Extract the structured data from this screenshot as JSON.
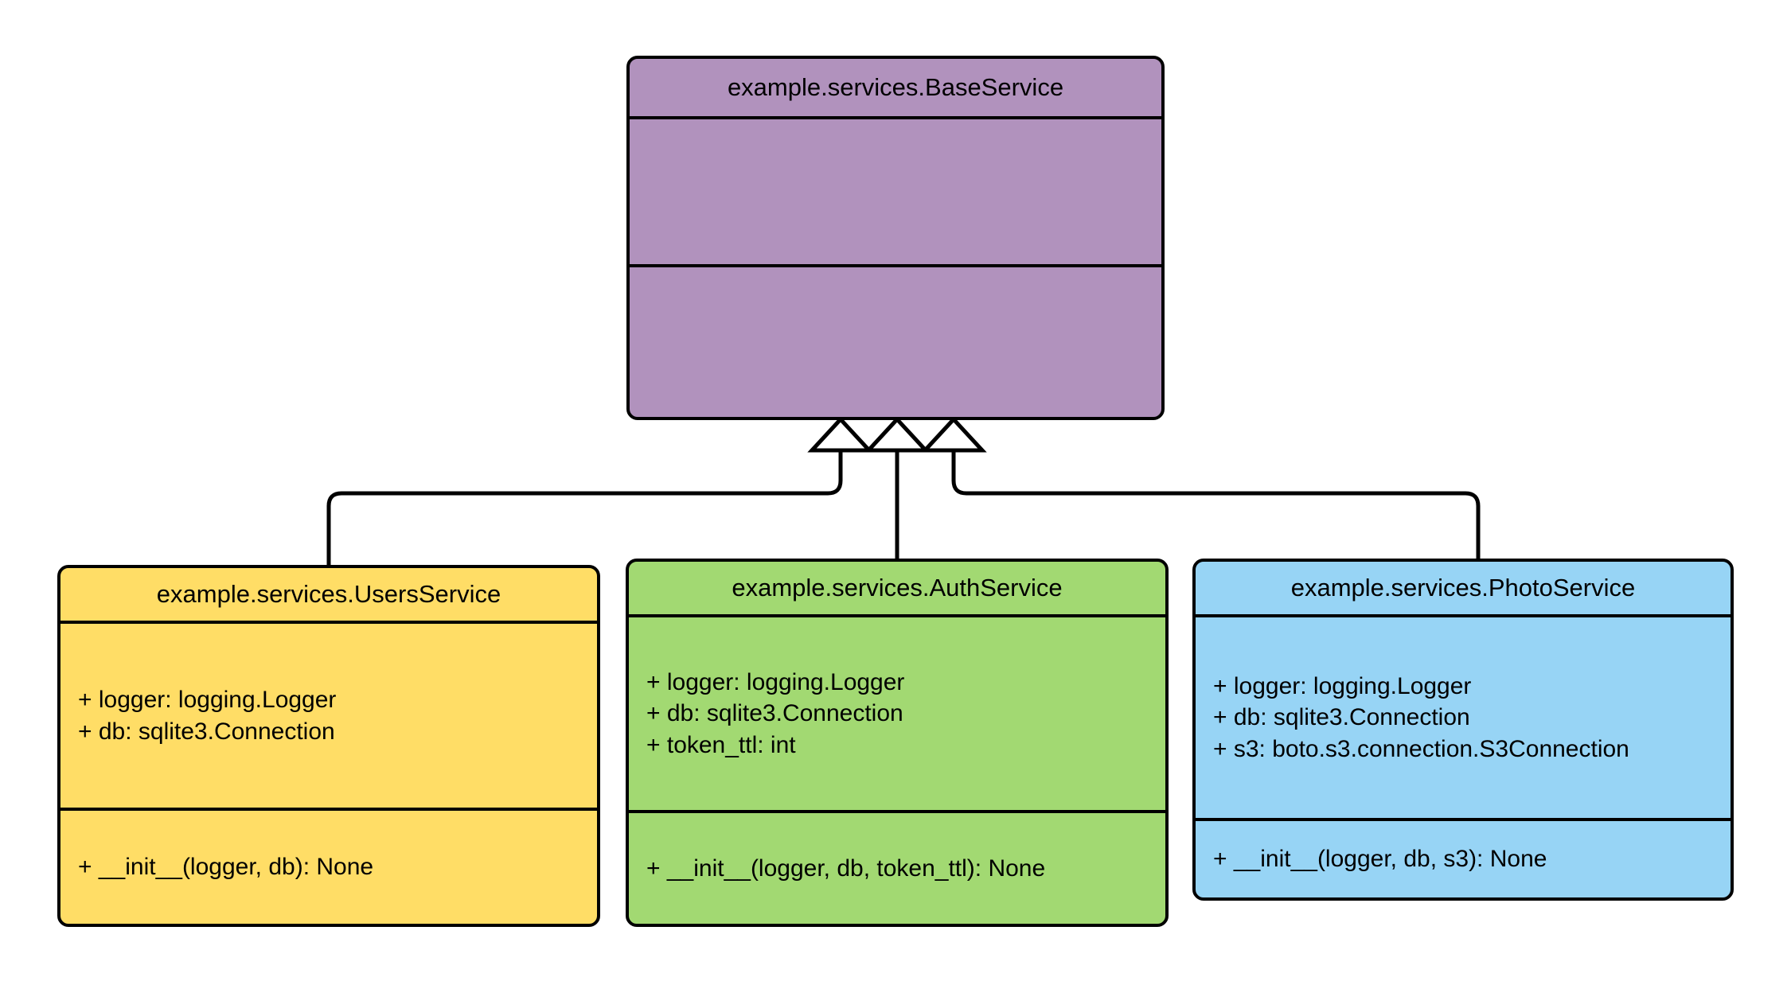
{
  "diagram": {
    "kind": "uml-class-diagram",
    "relationship": "generalization",
    "background_color": "#ffffff",
    "line_color": "#000000"
  },
  "classes": {
    "base": {
      "name": "example.services.BaseService",
      "fill_color": "#b192bd",
      "attributes": [],
      "methods": []
    },
    "users": {
      "name": "example.services.UsersService",
      "fill_color": "#ffdd66",
      "attributes": [
        "+ logger: logging.Logger",
        "+ db: sqlite3.Connection"
      ],
      "methods": [
        "+ __init__(logger, db): None"
      ]
    },
    "auth": {
      "name": "example.services.AuthService",
      "fill_color": "#a2d972",
      "attributes": [
        "+ logger: logging.Logger",
        "+ db: sqlite3.Connection",
        "+ token_ttl: int"
      ],
      "methods": [
        "+ __init__(logger, db, token_ttl): None"
      ]
    },
    "photo": {
      "name": "example.services.PhotoService",
      "fill_color": "#97d4f5",
      "attributes": [
        "+ logger: logging.Logger",
        "+ db: sqlite3.Connection",
        "+ s3: boto.s3.connection.S3Connection"
      ],
      "methods": [
        "+ __init__(logger, db, s3): None"
      ]
    }
  },
  "edges": [
    {
      "from": "example.services.UsersService",
      "to": "example.services.BaseService",
      "type": "inheritance"
    },
    {
      "from": "example.services.AuthService",
      "to": "example.services.BaseService",
      "type": "inheritance"
    },
    {
      "from": "example.services.PhotoService",
      "to": "example.services.BaseService",
      "type": "inheritance"
    }
  ]
}
